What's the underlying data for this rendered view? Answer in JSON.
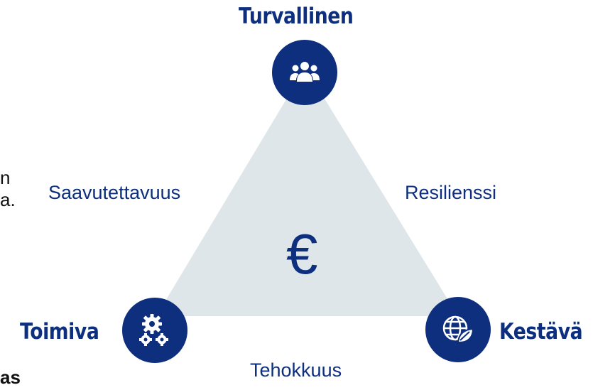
{
  "nodes": {
    "top": {
      "title": "Turvallinen",
      "icon": "people-group-icon"
    },
    "left": {
      "title": "Toimiva",
      "icon": "gears-icon"
    },
    "right": {
      "title": "Kestävä",
      "icon": "globe-leaf-icon"
    }
  },
  "edges": {
    "left": "Saavutettavuus",
    "right": "Resilienssi",
    "bottom": "Tehokkuus"
  },
  "center_symbol": "€",
  "cut_text": {
    "line1": "n",
    "line2": "a.",
    "line3": "as"
  },
  "colors": {
    "accent": "#0d2f7e",
    "triangle_fill": "#dfe6ea",
    "background": "#ffffff"
  }
}
